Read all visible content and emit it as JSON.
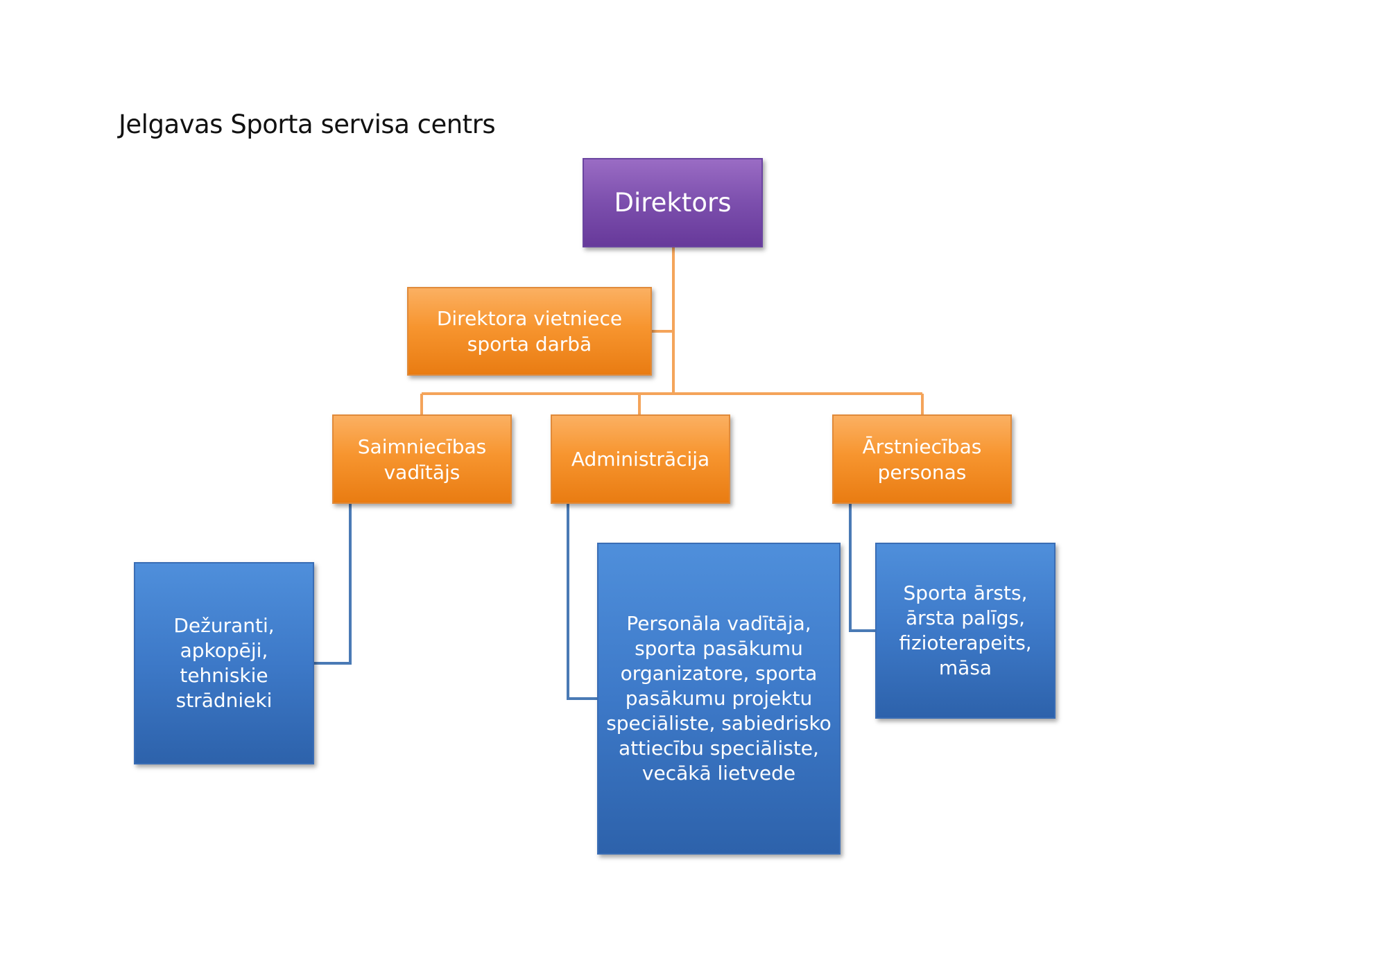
{
  "title": "Jelgavas Sporta servisa centrs",
  "colors": {
    "director": "#7c4fad",
    "management": "#f7952f",
    "staff": "#3d79c8",
    "orange_connector": "#f4a45a",
    "blue_connector": "#4a7ab5"
  },
  "org_chart": {
    "director": {
      "label": "Direktors"
    },
    "deputy": {
      "label": "Direktora vietniece\nsporta darbā"
    },
    "departments": [
      {
        "label": "Saimniecības\nvadītājs",
        "staff": "Dežuranti,\napkopēji,\ntehniskie\nstrādnieki"
      },
      {
        "label": "Administrācija",
        "staff": "Personāla vadītāja,\nsporta pasākumu\norganizatore, sporta\npasākumu projektu\nspeciāliste, sabiedrisko\nattiecību speciāliste,\nvecākā lietvede"
      },
      {
        "label": "Ārstniecības\npersonas",
        "staff": "Sporta ārsts,\nārsta palīgs,\nfizioterapeits,\nmāsa"
      }
    ]
  }
}
